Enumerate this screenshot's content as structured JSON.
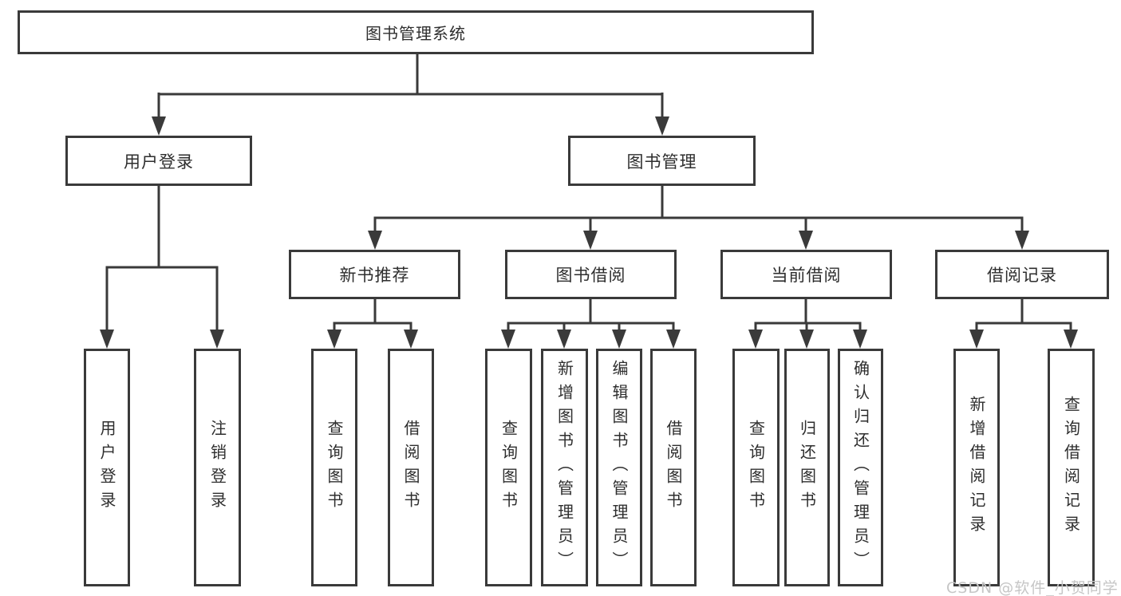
{
  "diagram": {
    "title_node": "图书管理系统",
    "nodes": {
      "root": {
        "label": "图书管理系统"
      },
      "level2": [
        {
          "label": "用户登录"
        },
        {
          "label": "图书管理"
        }
      ],
      "level3": [
        {
          "label": "新书推荐",
          "parent": "图书管理"
        },
        {
          "label": "图书借阅",
          "parent": "图书管理"
        },
        {
          "label": "当前借阅",
          "parent": "图书管理"
        },
        {
          "label": "借阅记录",
          "parent": "图书管理"
        }
      ],
      "leaves": [
        {
          "label": "用户登录",
          "parent": "用户登录"
        },
        {
          "label": "注销登录",
          "parent": "用户登录"
        },
        {
          "label": "查询图书",
          "parent": "新书推荐"
        },
        {
          "label": "借阅图书",
          "parent": "新书推荐"
        },
        {
          "label": "查询图书",
          "parent": "图书借阅"
        },
        {
          "label": "新增图书（管理员）",
          "parent": "图书借阅"
        },
        {
          "label": "编辑图书（管理员）",
          "parent": "图书借阅"
        },
        {
          "label": "借阅图书",
          "parent": "图书借阅"
        },
        {
          "label": "查询图书",
          "parent": "当前借阅"
        },
        {
          "label": "归还图书",
          "parent": "当前借阅"
        },
        {
          "label": "确认归还（管理员）",
          "parent": "当前借阅"
        },
        {
          "label": "新增借阅记录",
          "parent": "借阅记录"
        },
        {
          "label": "查询借阅记录",
          "parent": "借阅记录"
        }
      ]
    },
    "colors": {
      "line": "#3a3a3a",
      "box_border": "#3a3a3a",
      "text": "#2e2e2e",
      "background": "#ffffff",
      "watermark": "#c6c6c6"
    }
  },
  "watermark": {
    "text": "CSDN @软件_小贺同学"
  }
}
